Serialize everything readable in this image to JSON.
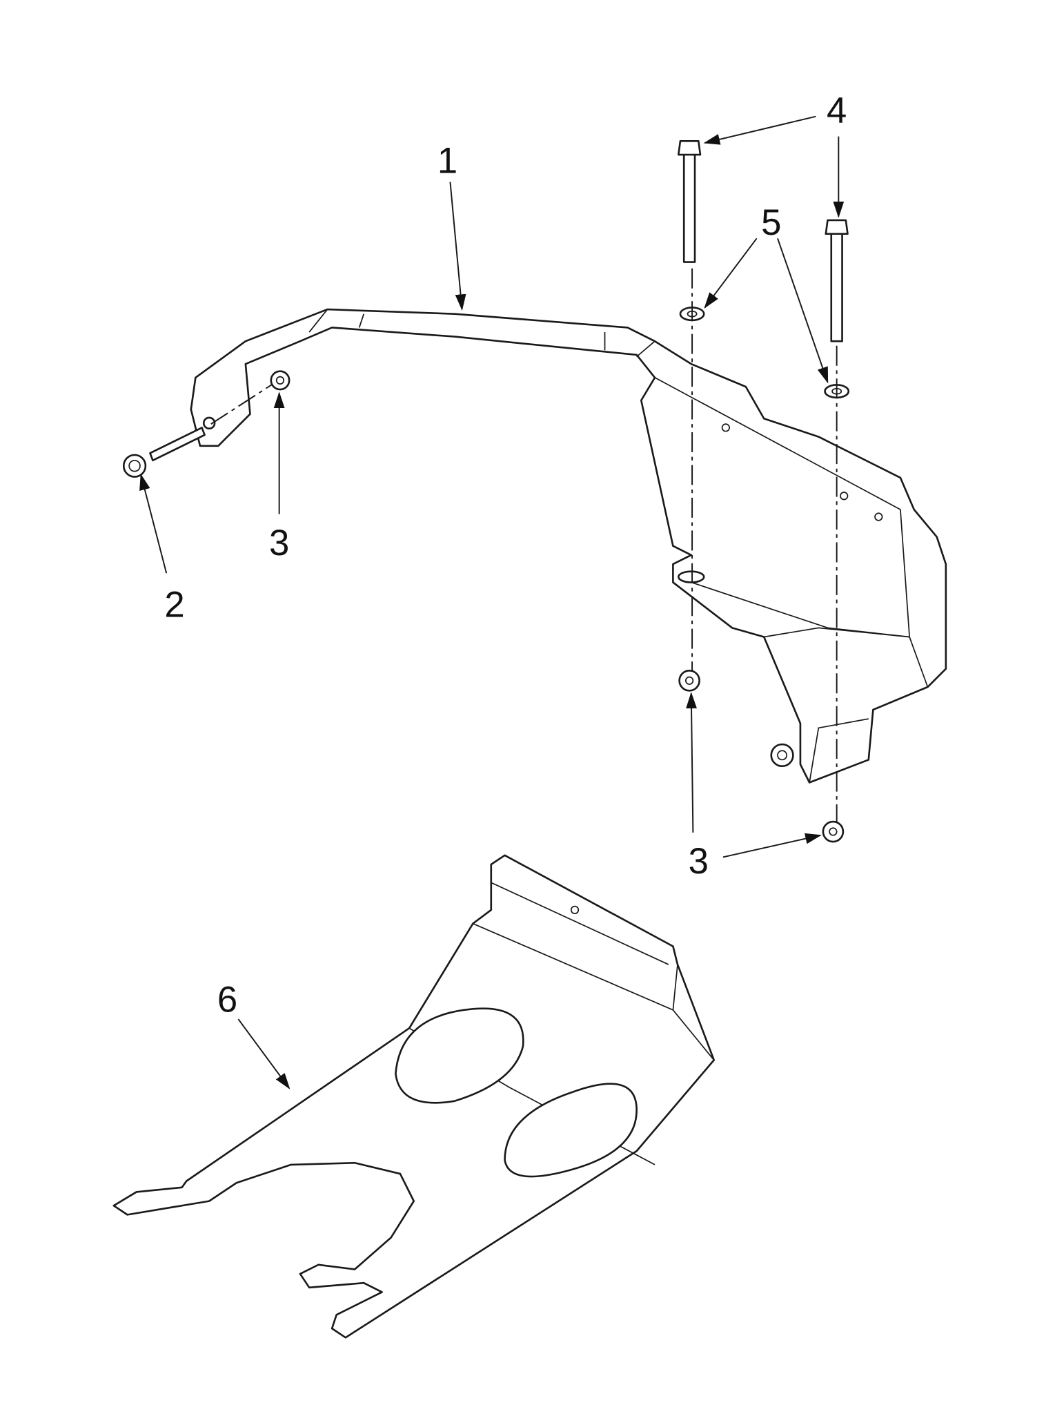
{
  "diagram": {
    "callouts": [
      {
        "id": "1",
        "part": "guard-bracket"
      },
      {
        "id": "2",
        "part": "bolt"
      },
      {
        "id": "3",
        "part": "nut-left"
      },
      {
        "id": "3",
        "part": "nut-lower"
      },
      {
        "id": "3",
        "part": "nut-right"
      },
      {
        "id": "4",
        "part": "long-bolt-left"
      },
      {
        "id": "4",
        "part": "long-bolt-right"
      },
      {
        "id": "5",
        "part": "washers"
      },
      {
        "id": "6",
        "part": "base-plate"
      }
    ],
    "line_color": "#1a1a1a"
  }
}
